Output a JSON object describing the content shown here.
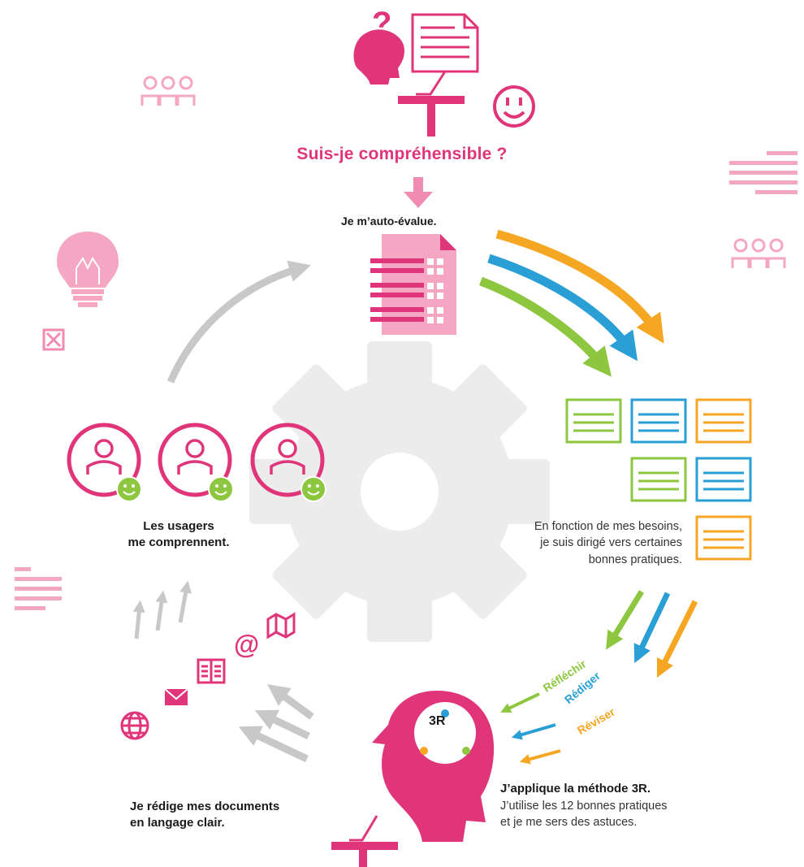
{
  "title": "Suis-je compréhensible ?",
  "steps": {
    "self_eval": "Je m’auto-évalue.",
    "needs_line1": "En fonction de mes besoins,",
    "needs_line2": "je suis dirigé vers certaines",
    "needs_line3": "bonnes pratiques.",
    "method_title": "J’applique la méthode 3R.",
    "method_line2": "J’utilise les 12 bonnes pratiques",
    "method_line3": "et je me sers des astuces.",
    "write_line1": "Je rédige mes documents",
    "write_line2": "en langage clair.",
    "users_line1": "Les usagers",
    "users_line2": "me comprennent."
  },
  "method_3r": {
    "center_label": "3R",
    "reflechir": "Réfléchir",
    "rediger": "Rédiger",
    "reviser": "Réviser"
  },
  "colors": {
    "pink": "#e0357a",
    "light_pink": "#f4a6c3",
    "green": "#8dc63f",
    "blue": "#2a9fd6",
    "orange": "#f5a623",
    "gray": "#c8c8c8",
    "gear": "#ececec"
  },
  "icons": [
    "question-head-icon",
    "document-icon",
    "laptop-desk-icon",
    "smiley-icon",
    "group-icon",
    "lightbulb-icon",
    "checklist-icon",
    "user-icon",
    "globe-icon",
    "envelope-icon",
    "book-icon",
    "at-sign-icon",
    "map-icon",
    "thinking-head-icon"
  ]
}
